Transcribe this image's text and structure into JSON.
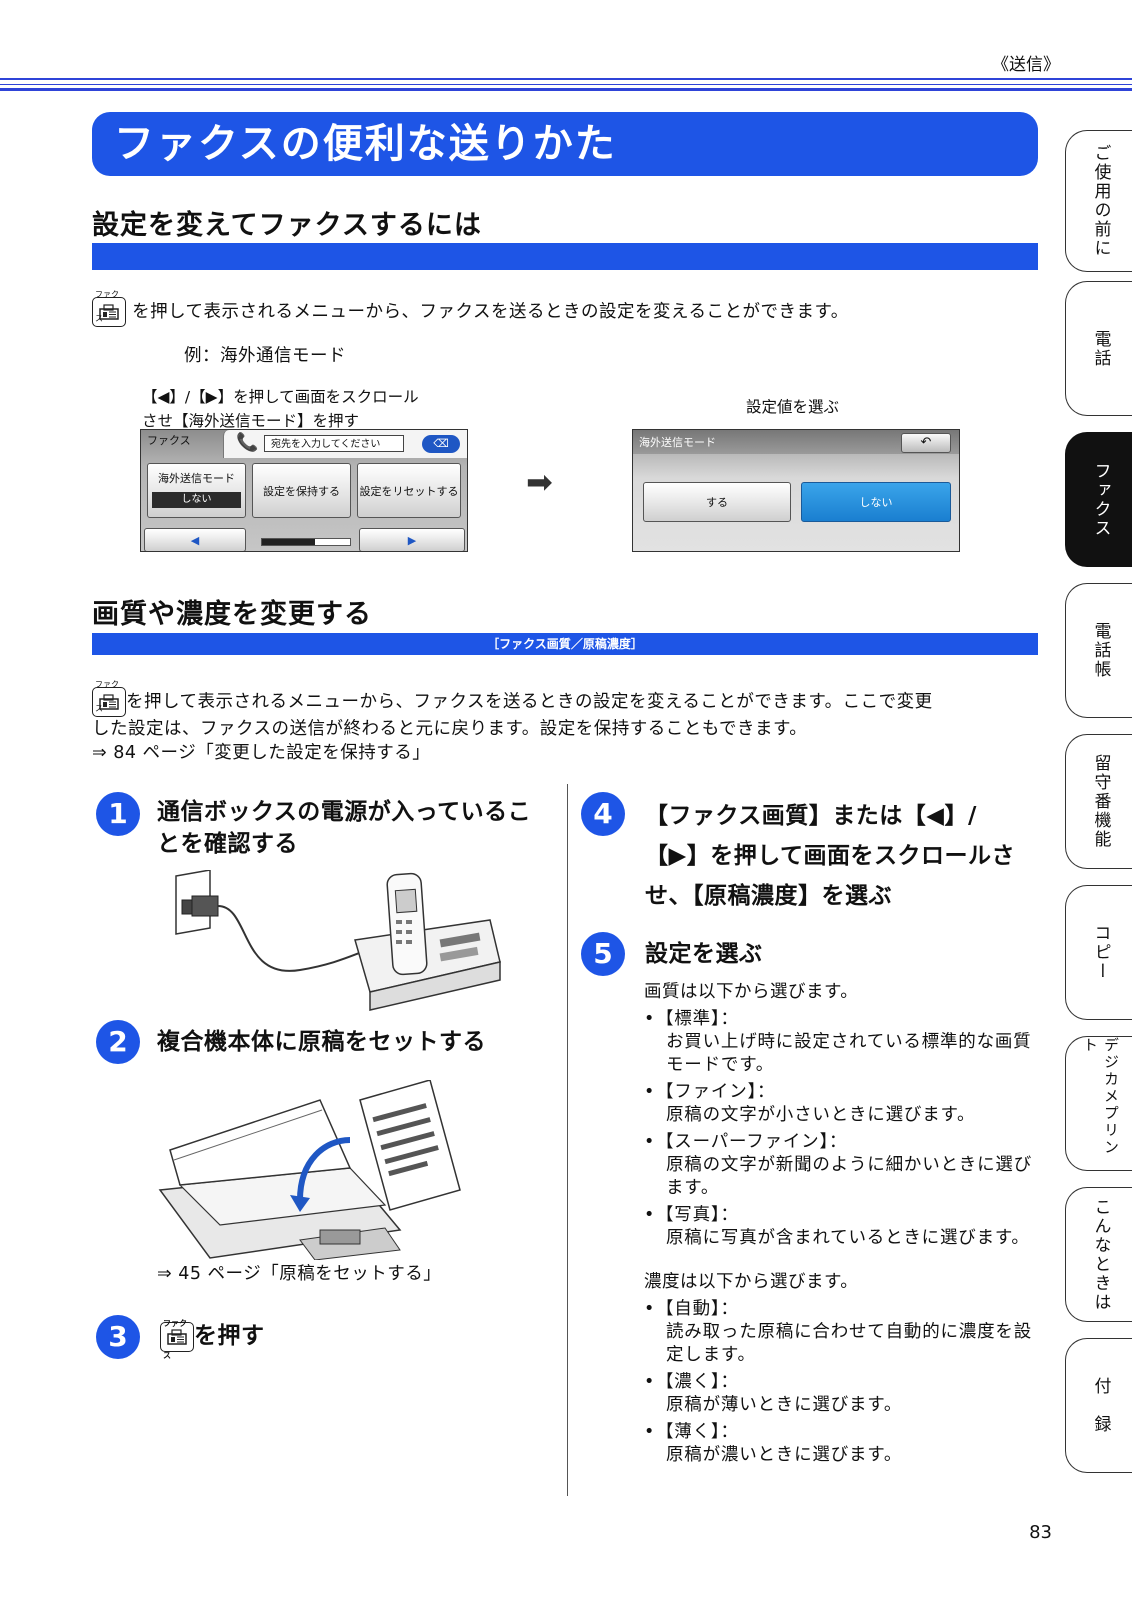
{
  "header": {
    "section_label": "《送信》"
  },
  "banner_title": "ファクスの便利な送りかた",
  "section1": {
    "heading": "設定を変えてファクスするには",
    "fax_button_caption": "ファクス",
    "intro": "を押して表示されるメニューから、ファクスを送るときの設定を変えることができます。",
    "example": "例：海外通信モード",
    "left_caption_line1": "【◀】/【▶】を押して画面をスクロール",
    "left_caption_line2": "させ【海外送信モード】を押す",
    "right_caption": "設定値を選ぶ",
    "screen1": {
      "title": "ファクス",
      "address_placeholder": "宛先を入力してください",
      "btn_mode": "海外送信モード",
      "btn_mode_value": "しない",
      "btn_keep": "設定を保持する",
      "btn_reset": "設定をリセットする",
      "nav_left": "◀",
      "nav_right": "▶"
    },
    "arrow": "➡",
    "screen2": {
      "title": "海外送信モード",
      "back_icon": "↶",
      "opt_yes": "する",
      "opt_no": "しない"
    }
  },
  "section2": {
    "heading": "画質や濃度を変更する",
    "bar_label": "［ファクス画質／原稿濃度］",
    "fax_button_caption": "ファクス",
    "intro_line1": "を押して表示されるメニューから、ファクスを送るときの設定を変えることができます。ここで変更",
    "intro_line2": "した設定は、ファクスの送信が終わると元に戻ります。設定を保持することもできます。",
    "ref_line": "⇒ 84 ページ「変更した設定を保持する」"
  },
  "steps": {
    "s1": {
      "num": "1",
      "title_line1": "通信ボックスの電源が入っているこ",
      "title_line2": "とを確認する"
    },
    "s2": {
      "num": "2",
      "title": "複合機本体に原稿をセットする",
      "ref": "⇒ 45 ページ「原稿をセットする」"
    },
    "s3": {
      "num": "3",
      "button_caption": "ファクス",
      "title": "を押す"
    },
    "s4": {
      "num": "4",
      "title_line1": "【ファクス画質】または【◀】/",
      "title_line2": "【▶】を押して画面をスクロールさ",
      "title_line3": "せ、【原稿濃度】を選ぶ"
    },
    "s5": {
      "num": "5",
      "title": "設定を選ぶ",
      "quality_intro": "画質は以下から選びます。",
      "quality_options": [
        {
          "label": "【標準】：",
          "desc": "お買い上げ時に設定されている標準的な画質モードです。"
        },
        {
          "label": "【ファイン】：",
          "desc": "原稿の文字が小さいときに選びます。"
        },
        {
          "label": "【スーパーファイン】：",
          "desc": "原稿の文字が新聞のように細かいときに選びます。"
        },
        {
          "label": "【写真】：",
          "desc": "原稿に写真が含まれているときに選びます。"
        }
      ],
      "density_intro": "濃度は以下から選びます。",
      "density_options": [
        {
          "label": "【自動】：",
          "desc": "読み取った原稿に合わせて自動的に濃度を設定します。"
        },
        {
          "label": "【濃く】：",
          "desc": "原稿が薄いときに選びます。"
        },
        {
          "label": "【薄く】：",
          "desc": "原稿が濃いときに選びます。"
        }
      ]
    }
  },
  "side_tabs": [
    {
      "label": "ご使用の前に",
      "active": false
    },
    {
      "label": "電話",
      "active": false
    },
    {
      "label": "ファクス",
      "active": true
    },
    {
      "label": "電話帳",
      "active": false
    },
    {
      "label": "留守番機能",
      "active": false
    },
    {
      "label": "コピー",
      "active": false
    },
    {
      "label": "デジカメプリント",
      "active": false
    },
    {
      "label": "こんなときは",
      "active": false
    },
    {
      "label": "付　録",
      "active": false
    }
  ],
  "page_number": "83"
}
